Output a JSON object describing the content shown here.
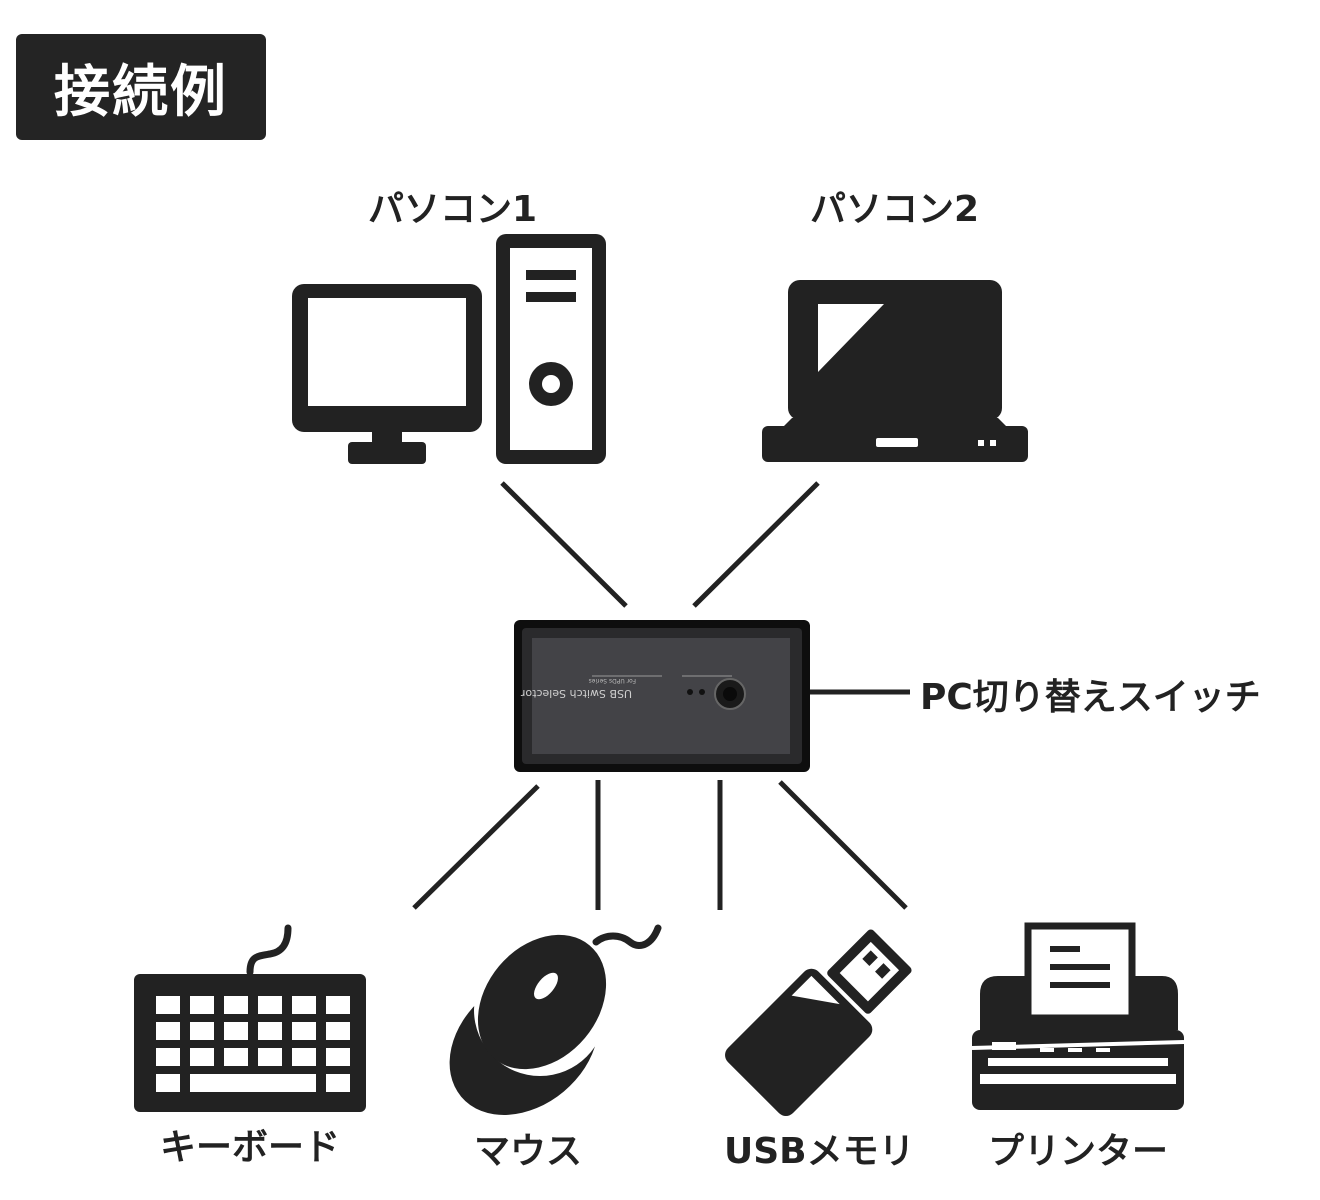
{
  "title": "接続例",
  "devices": {
    "pc1": "パソコン1",
    "pc2": "パソコン2",
    "switch_callout": "PC切り替えスイッチ",
    "keyboard": "キーボード",
    "mouse": "マウス",
    "usb_memory": "USBメモリ",
    "printer": "プリンター"
  },
  "switch_device": {
    "product_text": "USB Switch Selector",
    "product_subtext": "For UPDs Series"
  },
  "colors": {
    "ink": "#222222",
    "badge_bg": "#242424",
    "device_body": "#3a3a3c"
  }
}
